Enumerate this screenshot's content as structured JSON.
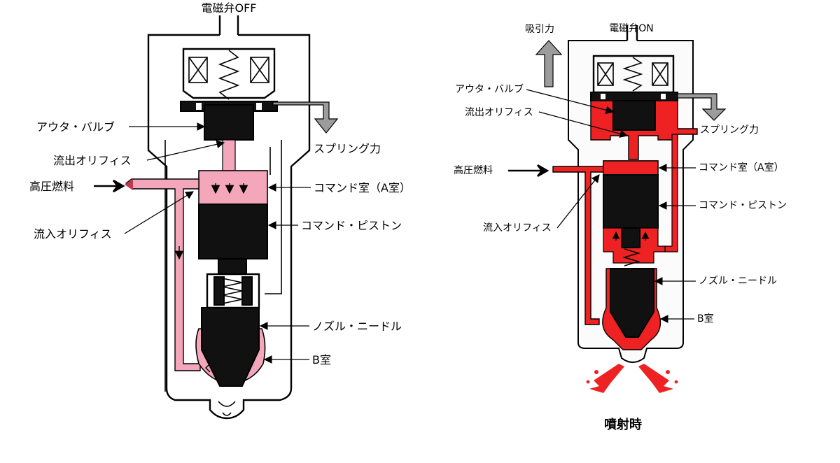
{
  "colors": {
    "fuel_low_pressure": "#f4a7bb",
    "fuel_high_pressure": "#ee2222",
    "metal_part": "#111111",
    "arrow_gray": "#9c9c9c"
  },
  "left_diagram": {
    "solenoid_label": "電磁弁OFF",
    "labels": {
      "outer_valve": "アウタ・バルブ",
      "outlet_orifice": "流出オリフィス",
      "spring_force": "スプリング力",
      "high_pressure_fuel": "高圧燃料",
      "command_chamber": "コマンド室（A室）",
      "inlet_orifice": "流入オリフィス",
      "command_piston": "コマンド・ピストン",
      "nozzle_needle": "ノズル・ニードル",
      "b_chamber": "B室"
    }
  },
  "right_diagram": {
    "suction_label": "吸引力",
    "solenoid_label": "電磁弁ON",
    "labels": {
      "outer_valve": "アウタ・バルブ",
      "outlet_orifice": "流出オリフィス",
      "spring_force": "スプリング力",
      "high_pressure_fuel": "高圧燃料",
      "command_chamber": "コマンド室（A室）",
      "command_piston": "コマンド・ピストン",
      "inlet_orifice": "流入オリフィス",
      "nozzle_needle": "ノズル・ニードル",
      "b_chamber": "B室"
    },
    "caption": "噴射時"
  }
}
